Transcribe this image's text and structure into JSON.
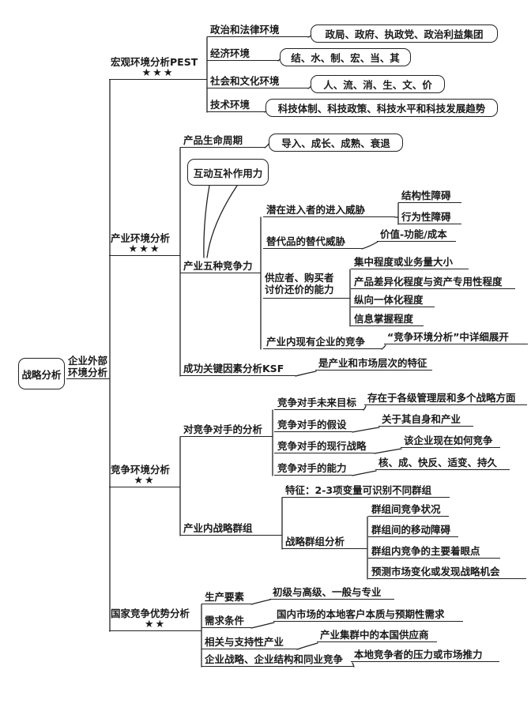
{
  "colors": {
    "ink": "#1a1a1a",
    "background": "#ffffff"
  },
  "root": {
    "label": "战略分析"
  },
  "external": {
    "line1": "企业外部",
    "line2": "环境分析"
  },
  "macro": {
    "label": "宏观环境分析PEST",
    "stars": "★★★",
    "items": [
      {
        "label": "政治和法律环境",
        "leaf": "政局、政府、执政党、政治利益集团"
      },
      {
        "label": "经济环境",
        "leaf": "结、水、制、宏、当、其"
      },
      {
        "label": "社会和文化环境",
        "leaf": "人、流、消、生、文、价"
      },
      {
        "label": "技术环境",
        "leaf": "科技体制、科技政策、科技水平和科技发展趋势"
      }
    ]
  },
  "industry": {
    "label": "产业环境分析",
    "stars": "★★★",
    "lifecycle": {
      "label": "产品生命周期",
      "leaf": "导入、成长、成熟、衰退"
    },
    "interaction_note": "互动互补作用力",
    "five_forces": {
      "label": "产业五种竞争力",
      "entrants": {
        "label": "潜在进入者的进入威胁",
        "leaves": [
          "结构性障碍",
          "行为性障碍"
        ]
      },
      "substitutes": {
        "label": "替代品的替代威胁",
        "leaf": "价值-功能/成本"
      },
      "bargaining": {
        "label_line1": "供应者、购买者",
        "label_line2": "讨价还价的能力",
        "leaves": [
          "集中程度或业务量大小",
          "产品差异化程度与资产专用性程度",
          "纵向一体化程度",
          "信息掌握程度"
        ]
      },
      "rivalry": {
        "label": "产业内现有企业的竞争",
        "leaf": "“竞争环境分析”中详细展开"
      }
    },
    "ksf": {
      "label": "成功关键因素分析KSF",
      "leaf": "是产业和市场层次的特征"
    }
  },
  "competitive": {
    "label": "竞争环境分析",
    "stars": "★★",
    "competitor_analysis": {
      "label": "对竞争对手的分析",
      "items": [
        {
          "label": "竞争对手未来目标",
          "leaf": "存在于各级管理层和多个战略方面"
        },
        {
          "label": "竞争对手的假设",
          "leaf": "关于其自身和产业"
        },
        {
          "label": "竞争对手的现行战略",
          "leaf": "该企业现在如何竞争"
        },
        {
          "label": "竞争对手的能力",
          "leaf": "核、成、快反、适变、持久"
        }
      ]
    },
    "strategic_groups": {
      "label": "产业内战略群组",
      "feature": "特征：2-3项变量可识别不同群组",
      "analysis": {
        "label": "战略群组分析",
        "leaves": [
          "群组间竞争状况",
          "群组间的移动障碍",
          "群组内竞争的主要着眼点",
          "预测市场变化或发现战略机会"
        ]
      }
    }
  },
  "national": {
    "label": "国家竞争优势分析",
    "stars": "★★",
    "items": [
      {
        "label": "生产要素",
        "leaf": "初级与高级、一般与专业"
      },
      {
        "label": "需求条件",
        "leaf": "国内市场的本地客户本质与预期性需求"
      },
      {
        "label": "相关与支持性产业",
        "leaf": "产业集群中的本国供应商"
      },
      {
        "label": "企业战略、企业结构和同业竞争",
        "leaf": "本地竞争者的压力或市场推力"
      }
    ]
  }
}
